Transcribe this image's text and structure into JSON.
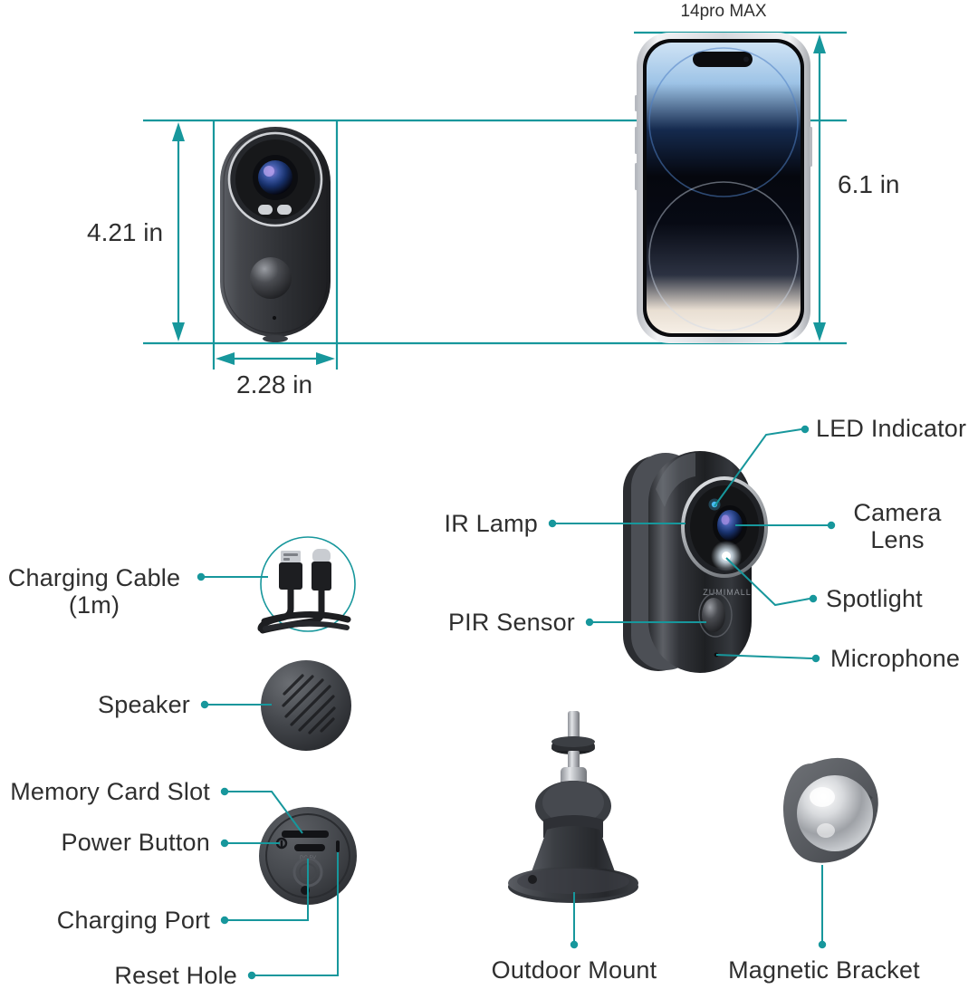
{
  "accent_color": "#17979c",
  "text_color": "#2f2f2f",
  "brand": "ZUMIMALL",
  "size_comparison": {
    "phone_caption": "14pro MAX",
    "camera_height": "4.21 in",
    "camera_width": "2.28 in",
    "phone_height": "6.1 in"
  },
  "camera_callouts": [
    {
      "label": "LED Indicator",
      "side": "right"
    },
    {
      "label": "Camera\nLens",
      "side": "right"
    },
    {
      "label": "Spotlight",
      "side": "right"
    },
    {
      "label": "Microphone",
      "side": "right"
    },
    {
      "label": "IR Lamp",
      "side": "left"
    },
    {
      "label": "PIR Sensor",
      "side": "left"
    }
  ],
  "accessory_callouts": [
    {
      "label": "Charging Cable\n(1m)"
    },
    {
      "label": "Speaker"
    }
  ],
  "back_panel_callouts": [
    {
      "label": "Memory Card Slot"
    },
    {
      "label": "Power Button"
    },
    {
      "label": "Charging Port"
    },
    {
      "label": "Reset Hole"
    }
  ],
  "mount_callouts": [
    {
      "label": "Outdoor Mount"
    },
    {
      "label": "Magnetic Bracket"
    }
  ]
}
